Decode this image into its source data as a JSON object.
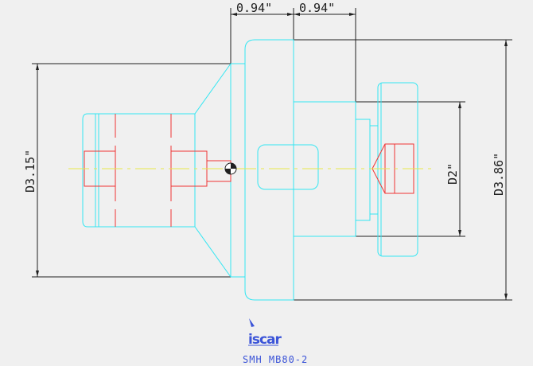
{
  "drawing": {
    "dimensions": {
      "length_left": "0.94\"",
      "length_right": "0.94\"",
      "diameter_shank": "D3.15\"",
      "diameter_flange": "D3.86\"",
      "diameter_pilot": "D2\""
    },
    "logo_text": "iscar",
    "caption": "SMH MB80-2"
  },
  "colors": {
    "outline": "#33e6f2",
    "dimension": "#202020",
    "hidden_detail": "#ef3434",
    "centerline": "#e8e84a",
    "brand": "#3b54d8"
  }
}
